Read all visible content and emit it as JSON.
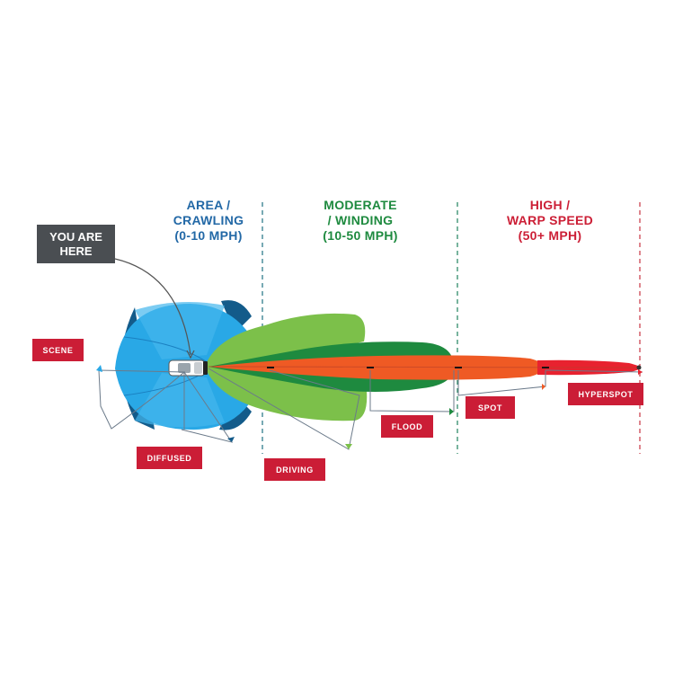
{
  "zones": [
    {
      "id": "area",
      "line1": "AREA /",
      "line2": "CRAWLING",
      "line3": "(0-10 MPH)",
      "color": "#2268a6"
    },
    {
      "id": "moderate",
      "line1": "MODERATE",
      "line2": "/ WINDING",
      "line3": "(10-50 MPH)",
      "color": "#1e8a3f"
    },
    {
      "id": "high",
      "line1": "HIGH /",
      "line2": "WARP SPEED",
      "line3": "(50+ MPH)",
      "color": "#cc1f36"
    }
  ],
  "marker": {
    "line1": "YOU ARE",
    "line2": "HERE"
  },
  "beam_labels": {
    "scene": "SCENE",
    "diffused": "DIFFUSED",
    "driving": "DRIVING",
    "flood": "FLOOD",
    "spot": "SPOT",
    "hyperspot": "HYPERSPOT"
  },
  "colors": {
    "area_light": "#29a8e6",
    "area_dark": "#135b8a",
    "driving": "#7cc04a",
    "flood": "#1e8a3f",
    "spot": "#ef5a24",
    "hyperspot": "#e8222f",
    "label_bg": "#cb1d36",
    "marker_bg": "#4a4e52"
  }
}
